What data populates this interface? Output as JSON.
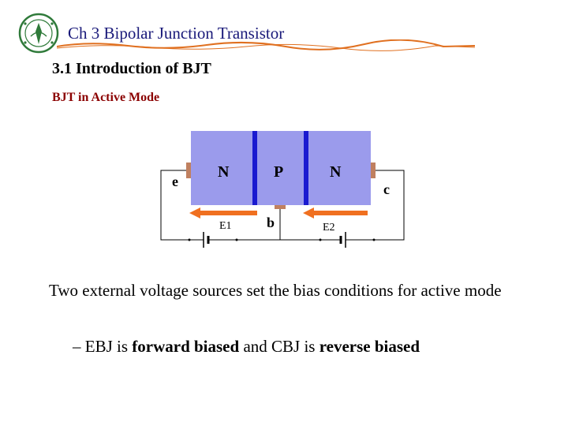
{
  "header": {
    "title": "Ch 3 Bipolar Junction Transistor",
    "logo_icon": "university-seal-icon",
    "accent_color": "#1a1a7a",
    "underline_color": "#e07020"
  },
  "section": {
    "heading": "3.1 Introduction of BJT",
    "subheading": "BJT in Active Mode",
    "subheading_color": "#8b0000"
  },
  "diagram": {
    "regions": {
      "left": "N",
      "middle": "P",
      "right": "N"
    },
    "terminals": {
      "emitter": "e",
      "base": "b",
      "collector": "c"
    },
    "sources": {
      "left": "E1",
      "right": "E2"
    },
    "colors": {
      "semiconductor": "#9b9bec",
      "junction": "#1a1ad0",
      "arrow": "#f07020",
      "contact": "#c08060"
    }
  },
  "body": {
    "paragraph": "Two external voltage sources set the bias conditions for active mode",
    "bullet": {
      "prefix": "– EBJ is ",
      "bold1": "forward biased",
      "middle": " and CBJ is ",
      "bold2": "reverse biased"
    }
  }
}
